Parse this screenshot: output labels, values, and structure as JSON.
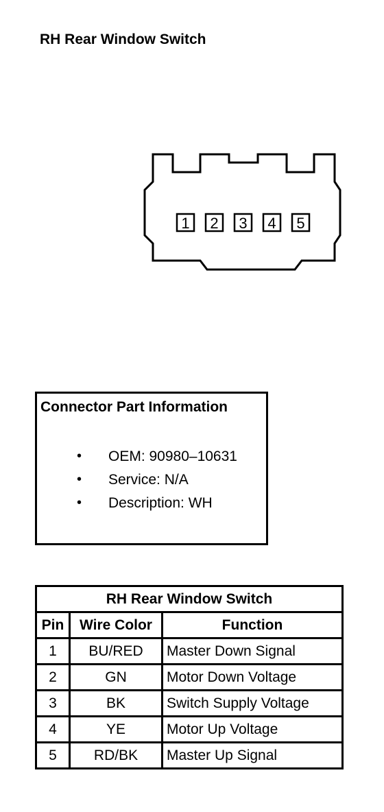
{
  "diagram": {
    "title": "RH Rear Window Switch",
    "connector": {
      "pins": [
        "1",
        "2",
        "3",
        "4",
        "5"
      ]
    }
  },
  "part_info": {
    "heading": "Connector Part Information",
    "items": [
      {
        "bullet": "•",
        "text": "OEM: 90980–10631"
      },
      {
        "bullet": "•",
        "text": "Service: N/A"
      },
      {
        "bullet": "•",
        "text": "Description: WH"
      }
    ]
  },
  "pin_table": {
    "caption": "RH Rear Window Switch",
    "headers": [
      "Pin",
      "Wire Color",
      "Function"
    ],
    "rows": [
      [
        "1",
        "BU/RED",
        "Master Down Signal"
      ],
      [
        "2",
        "GN",
        "Motor Down Voltage"
      ],
      [
        "3",
        "BK",
        "Switch Supply Voltage"
      ],
      [
        "4",
        "YE",
        "Motor Up Voltage"
      ],
      [
        "5",
        "RD/BK",
        "Master Up Signal"
      ]
    ]
  }
}
